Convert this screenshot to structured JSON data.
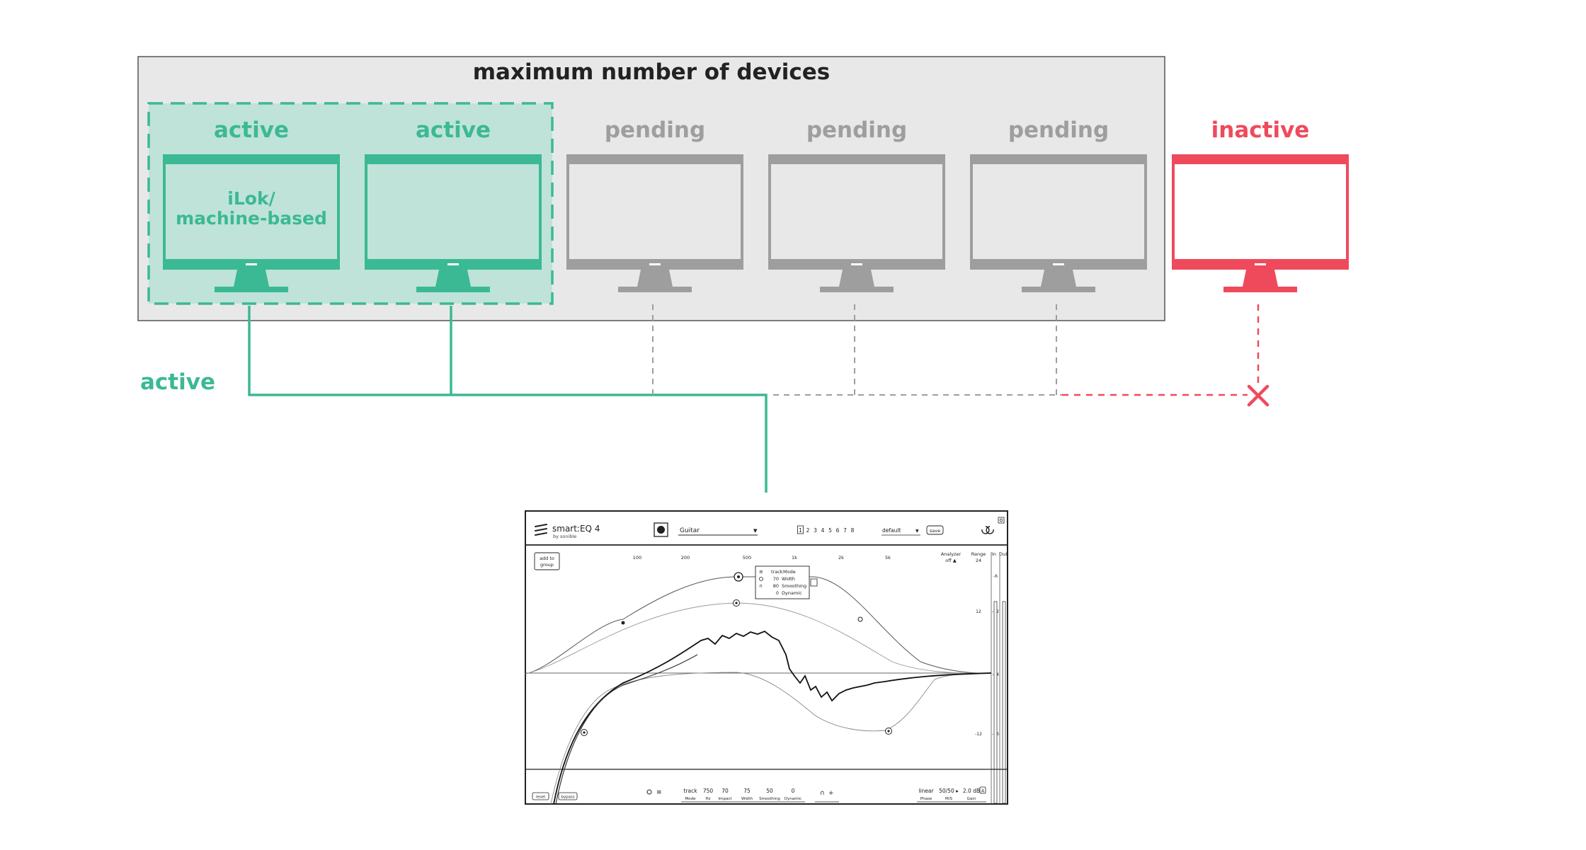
{
  "diagram": {
    "title": "maximum number of devices",
    "side_label": "active",
    "colors": {
      "active": "#3bb994",
      "active_fill": "#bfe3d8",
      "pending": "#9e9e9e",
      "inactive": "#ef4a5c",
      "panel": "#e9e8e8",
      "line": "#222222"
    },
    "devices": [
      {
        "status": "active",
        "label": "active",
        "screen_text_1": "iLok/",
        "screen_text_2": "machine-based"
      },
      {
        "status": "active",
        "label": "active"
      },
      {
        "status": "pending",
        "label": "pending"
      },
      {
        "status": "pending",
        "label": "pending"
      },
      {
        "status": "pending",
        "label": "pending"
      },
      {
        "status": "inactive",
        "label": "inactive"
      }
    ]
  },
  "plugin": {
    "brand": "smart:EQ 4",
    "by": "by sonible",
    "preset": "Guitar",
    "slots": [
      "1",
      "2",
      "3",
      "4",
      "5",
      "6",
      "7",
      "8"
    ],
    "profile": "default",
    "save": "save",
    "add_to_group_1": "add to",
    "add_to_group_2": "group",
    "freq_ticks": [
      "100",
      "200",
      "500",
      "1k",
      "2k",
      "5k"
    ],
    "analyzer_label": "Analyzer",
    "analyzer_value": "off ▲",
    "range_label": "Range",
    "range_value": "24",
    "in_label": "In",
    "out_label": "Out",
    "db_left": [
      "12",
      "-12"
    ],
    "db_right": [
      "-6",
      "-12",
      "-24",
      "-36"
    ],
    "popup": {
      "header_icon": "sliders-icon",
      "header_value": "track",
      "header_label": "Mode",
      "rows": [
        {
          "value": "70",
          "label": "Width"
        },
        {
          "value": "80",
          "label": "Smoothing"
        },
        {
          "value": "0",
          "label": "Dynamic"
        }
      ]
    },
    "bottom_left_buttons": [
      "reset",
      "bypass"
    ],
    "params": [
      {
        "value": "track",
        "label": "Mode"
      },
      {
        "value": "750",
        "label": "Hz"
      },
      {
        "value": "70",
        "label": "Impact"
      },
      {
        "value": "75",
        "label": "Width"
      },
      {
        "value": "50",
        "label": "Smoothing"
      },
      {
        "value": "0",
        "label": "Dynamic"
      }
    ],
    "right_params": [
      {
        "value": "linear",
        "label": "Phase"
      },
      {
        "value": "50/50 ▸",
        "label": "M/S"
      },
      {
        "value": "2.0 dB",
        "label": "Gain"
      }
    ],
    "gain_badge": "A"
  }
}
